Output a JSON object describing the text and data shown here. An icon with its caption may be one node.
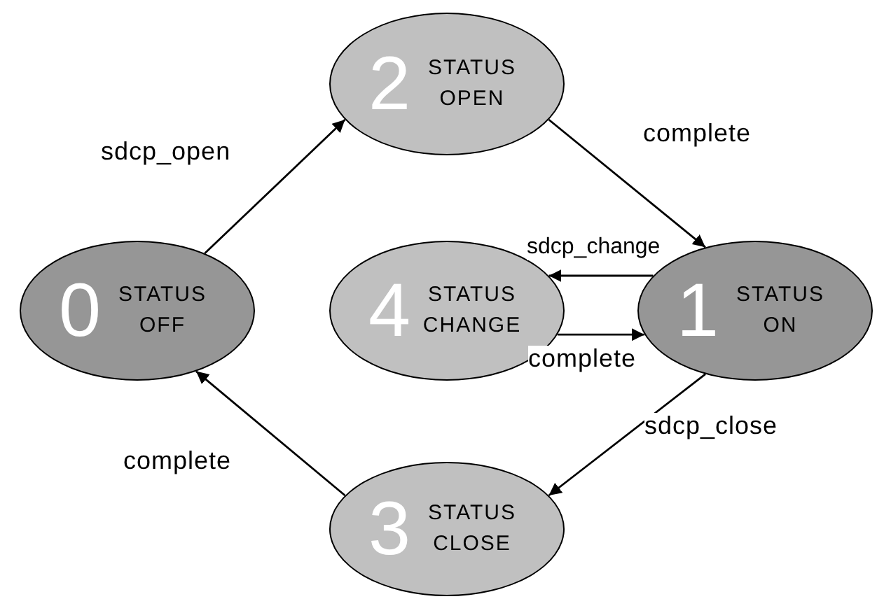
{
  "diagram": {
    "nodes": [
      {
        "text": [
          "2",
          "STATUS OPEN"
        ]
      },
      {
        "text": [
          "0",
          "STATUS OFF"
        ]
      },
      {
        "text": [
          "4",
          "STATUS CHANGE"
        ]
      },
      {
        "text": [
          "1",
          "STATUS ON"
        ]
      },
      {
        "text": [
          "3",
          "STATUS CLOSE"
        ]
      }
    ],
    "edges": [
      {
        "from": 1,
        "to": 0,
        "arrow": "to",
        "label": "sdcp_open"
      },
      {
        "from": 0,
        "to": 3,
        "arrow": "to",
        "label": "complete"
      },
      {
        "from": 3,
        "to": 2,
        "arrow": "to",
        "label": "sdcp_change"
      },
      {
        "from": 2,
        "to": 3,
        "arrow": "to",
        "label": "complete"
      },
      {
        "from": 3,
        "to": 4,
        "arrow": "to",
        "label": "sdcp_close"
      },
      {
        "from": 4,
        "to": 1,
        "arrow": "to",
        "label": "complete"
      }
    ]
  }
}
